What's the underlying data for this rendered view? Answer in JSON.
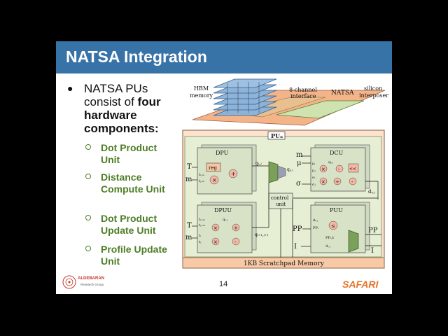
{
  "slide": {
    "title": "NATSA Integration",
    "bullet": "NATSA PUs consist of four hardware components:",
    "bullet_plain": "NATSA PUs consist of ",
    "bullet_bold": "four hardware components:",
    "subitems": [
      "Dot Product Unit",
      "Distance Compute Unit",
      "Dot Product Update Unit",
      "Profile Update Unit"
    ],
    "page_number": "14",
    "brand": "SAFARI",
    "logo_name": "ALDEBARAN",
    "logo_sub": "Research Group"
  },
  "diagram": {
    "stack_labels": {
      "hbm": "HBM",
      "memory": "memory",
      "channel": "8-channel",
      "interface": "interface",
      "natsa": "NATSA",
      "silicon": "silicon",
      "interposer": "interposer"
    },
    "pu_label": "PUₙ",
    "units": {
      "dpu": "DPU",
      "dcu": "DCU",
      "dpuu": "DPUU",
      "puu": "PUU",
      "control_line1": "control",
      "control_line2": "unit",
      "scratchpad": "1KB Scratchpad Memory",
      "reg": "reg"
    },
    "ops": {
      "plus": "+",
      "times": "×",
      "minus": "-",
      "shift": "<<",
      "div": "÷",
      "leq": "≤"
    },
    "signals": {
      "T": "T",
      "m": "m",
      "mu": "μ",
      "sigma": "σ",
      "PP": "PP",
      "I": "I",
      "q_ij": "qᵢ,ⱼ",
      "q_ij1": "qᵢ₊₁,ⱼ₊₁",
      "d_ij": "dᵢ,ⱼ",
      "t_im": "tᵢ,ₘ",
      "t_jm": "tⱼ,ₘ",
      "t_im1": "tᵢ₊ₘ",
      "t_jm1": "tⱼ₊ₘ",
      "t_i": "tᵢ",
      "t_j": "tⱼ",
      "PP_i": "PPᵢ",
      "PP_ij": "PPᵢ,Iᵢ",
      "mu_i": "μᵢ",
      "mu_j": "μⱼ",
      "sigma_i": "σᵢ",
      "sigma_j": "σⱼ"
    }
  }
}
